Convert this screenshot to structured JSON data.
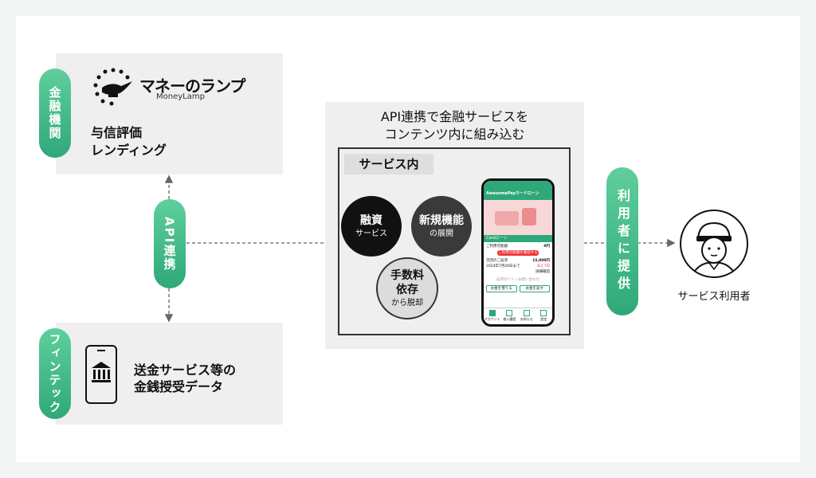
{
  "left_pills": {
    "financial": "金融機関",
    "fintech": "フィンテック"
  },
  "moneylamp": {
    "logo_main": "マネーのランプ",
    "logo_sub": "MoneyLamp",
    "line1": "与信評価",
    "line2": "レンディング"
  },
  "api_pill": "API連携",
  "fintech_panel": {
    "line1": "送金サービス等の",
    "line2": "金銭授受データ"
  },
  "center": {
    "title1": "API連携で金融サービスを",
    "title2": "コンテンツ内に組み込む",
    "service_tag": "サービス内"
  },
  "circles": {
    "loan": {
      "main": "融資",
      "sub": "サービス"
    },
    "new": {
      "main": "新規機能",
      "sub": "の展開"
    },
    "fee": {
      "main1": "手数料",
      "main2": "依存",
      "sub": "から脱却"
    }
  },
  "phone": {
    "header": "AwesomePayカードローン",
    "tab": "Cardローン",
    "row1_label": "ご利用可能額",
    "row1_value": "0円",
    "button": "ご利用可能額を確認する",
    "row2_label": "次回のご返済",
    "row2_value": "15,000円",
    "row3_label": "2024年7月29日まで",
    "row3_value": "あと7日",
    "link": "詳細確認",
    "note": "返済ガイド | お問い合わせ",
    "btn_a": "お金を借りる",
    "btn_b": "お金を返す",
    "nav": [
      "アカウント",
      "借入履歴",
      "お知らせ",
      "設定"
    ]
  },
  "right_pill": "利用者に提供",
  "user_label": "サービス利用者",
  "colors": {
    "accent_green": "#2fa879",
    "panel_gray": "#efefef",
    "dark_circle": "#111111"
  }
}
